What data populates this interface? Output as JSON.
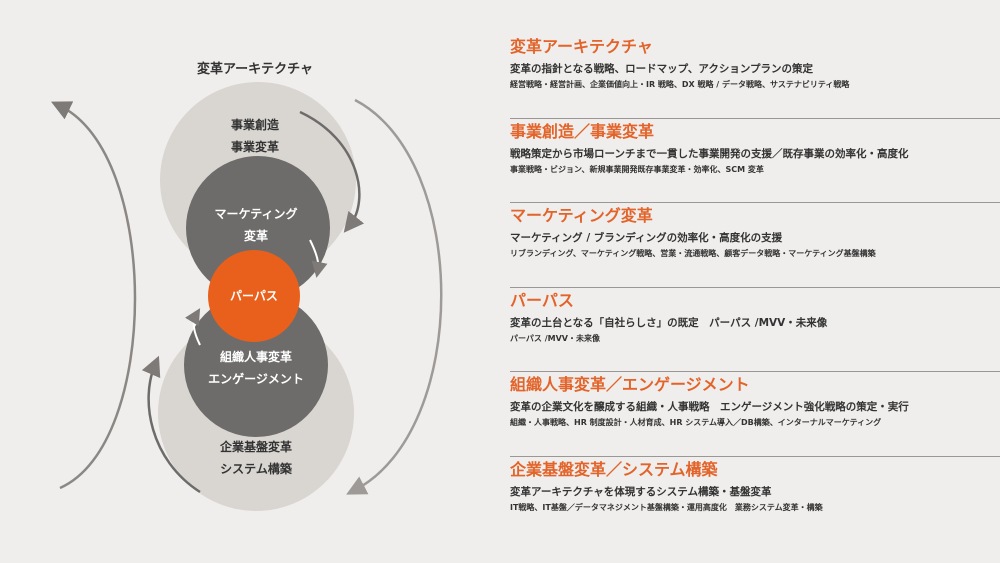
{
  "diagram": {
    "title": "変革アーキテクチャ",
    "upper_outer": "事業創造\n事業変革",
    "upper_inner": "マーケティング\n変革",
    "center": "パーパス",
    "lower_inner": "組織人事変革\nエンゲージメント",
    "lower_outer": "企業基盤変革\nシステム構築",
    "colors": {
      "orange": "#e8601c",
      "dark": "#6e6c6b",
      "light": "#d9d6d2",
      "background": "#f0eeec"
    }
  },
  "sections": [
    {
      "title": "変革アーキテクチャ",
      "desc": "変革の指針となる戦略、ロードマップ、アクションプランの策定",
      "sub": "経営戦略・経営計画、企業価値向上・IR 戦略、DX 戦略 / データ戦略、サステナビリティ戦略"
    },
    {
      "title": "事業創造／事業変革",
      "desc": "戦略策定から市場ローンチまで一貫した事業開発の支援／既存事業の効率化・高度化",
      "sub": "事業戦略・ビジョン、新規事業開発既存事業変革・効率化、SCM 変革"
    },
    {
      "title": "マーケティング変革",
      "desc": "マーケティング / ブランディングの効率化・高度化の支援",
      "sub": "リブランディング、マーケティング戦略、営業・流通戦略、顧客データ戦略・マーケティング基盤構築"
    },
    {
      "title": "パーパス",
      "desc": "変革の土台となる「自社らしさ」の既定　パーパス /MVV・未来像",
      "sub": "パーパス /MVV・未来像"
    },
    {
      "title": "組織人事変革／エンゲージメント",
      "desc": "変革の企業文化を醸成する組織・人事戦略　エンゲージメント強化戦略の策定・実行",
      "sub": "組織・人事戦略、HR 制度設計・人材育成、HR システム導入／DB構築、インターナルマーケティング"
    },
    {
      "title": "企業基盤変革／システム構築",
      "desc": "変革アーキテクチャを体現するシステム構築・基盤変革",
      "sub": "IT戦略、IT基盤／データマネジメント基盤構築・運用高度化　業務システム変革・構築"
    }
  ]
}
